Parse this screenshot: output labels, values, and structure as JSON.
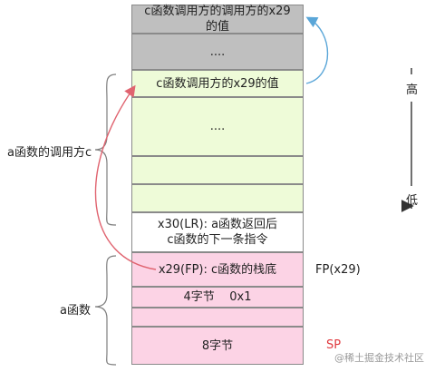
{
  "stack": {
    "cells": [
      {
        "text": "c函数调用方的调用方的x29\n的值"
      },
      {
        "text": "...."
      },
      {
        "text": "c函数调用方的x29的值"
      },
      {
        "text": "...."
      },
      {
        "text": ""
      },
      {
        "text": ""
      },
      {
        "text": "x30(LR): a函数返回后\nc函数的下一条指令"
      },
      {
        "text": "x29(FP): c函数的栈底"
      },
      {
        "text": "4字节    0x1"
      },
      {
        "text": ""
      },
      {
        "text": "8字节"
      }
    ]
  },
  "labels": {
    "a_func_caller_c": "a函数的调用方c",
    "a_func": "a函数",
    "fp": "FP(x29)",
    "sp": "SP",
    "high": "高",
    "low": "低"
  },
  "colors": {
    "gray": "#bfbfbf",
    "green": "#eefbd8",
    "pink": "#fcd3e5",
    "sp_red": "#e0393e",
    "arrow_blue": "#5aa6d8",
    "arrow_red": "#e06470"
  },
  "watermark": "@稀土掘金技术社区"
}
